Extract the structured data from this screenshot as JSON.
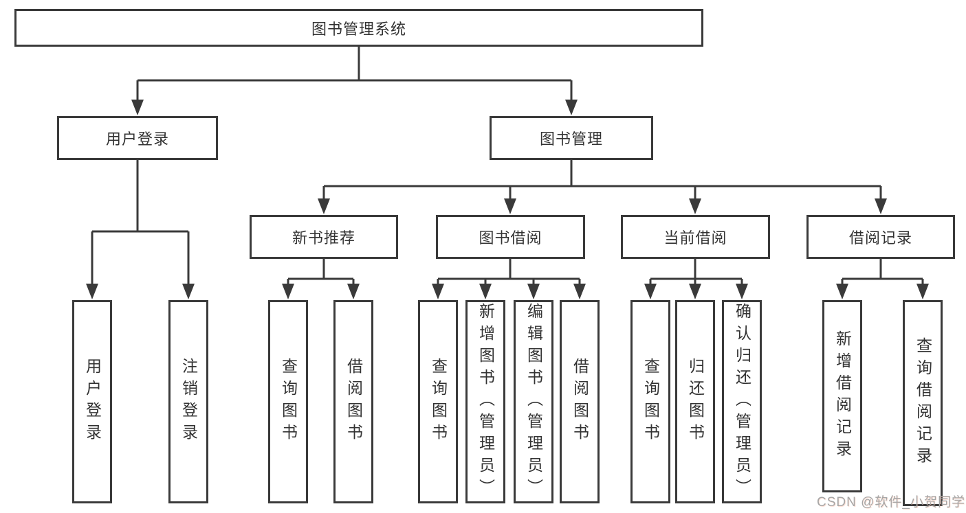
{
  "diagram": {
    "root": {
      "label": "图书管理系统"
    },
    "branches": {
      "user_login": {
        "label": "用户登录",
        "children": {
          "login": {
            "label": "用户登录"
          },
          "logout": {
            "label": "注销登录"
          }
        }
      },
      "book_mgmt": {
        "label": "图书管理",
        "children": {
          "new_book_rec": {
            "label": "新书推荐",
            "children": {
              "query_book": {
                "label": "查询图书"
              },
              "borrow_book": {
                "label": "借阅图书"
              }
            }
          },
          "book_borrow": {
            "label": "图书借阅",
            "children": {
              "query_book": {
                "label": "查询图书"
              },
              "add_book": {
                "label": "新增图书（管理员）"
              },
              "edit_book": {
                "label": "编辑图书（管理员）"
              },
              "borrow_book": {
                "label": "借阅图书"
              }
            }
          },
          "current_borrow": {
            "label": "当前借阅",
            "children": {
              "query_book": {
                "label": "查询图书"
              },
              "return_book": {
                "label": "归还图书"
              },
              "confirm_return": {
                "label": "确认归还（管理员）"
              }
            }
          },
          "borrow_records": {
            "label": "借阅记录",
            "children": {
              "add_record": {
                "label": "新增借阅记录"
              },
              "query_record": {
                "label": "查询借阅记录"
              }
            }
          }
        }
      }
    }
  },
  "watermark": {
    "text": "CSDN @软件_小贺同学"
  },
  "colors": {
    "line": "#3a3a3a",
    "text": "#333333",
    "watermark": "#a6a6a6",
    "background": "#ffffff"
  }
}
